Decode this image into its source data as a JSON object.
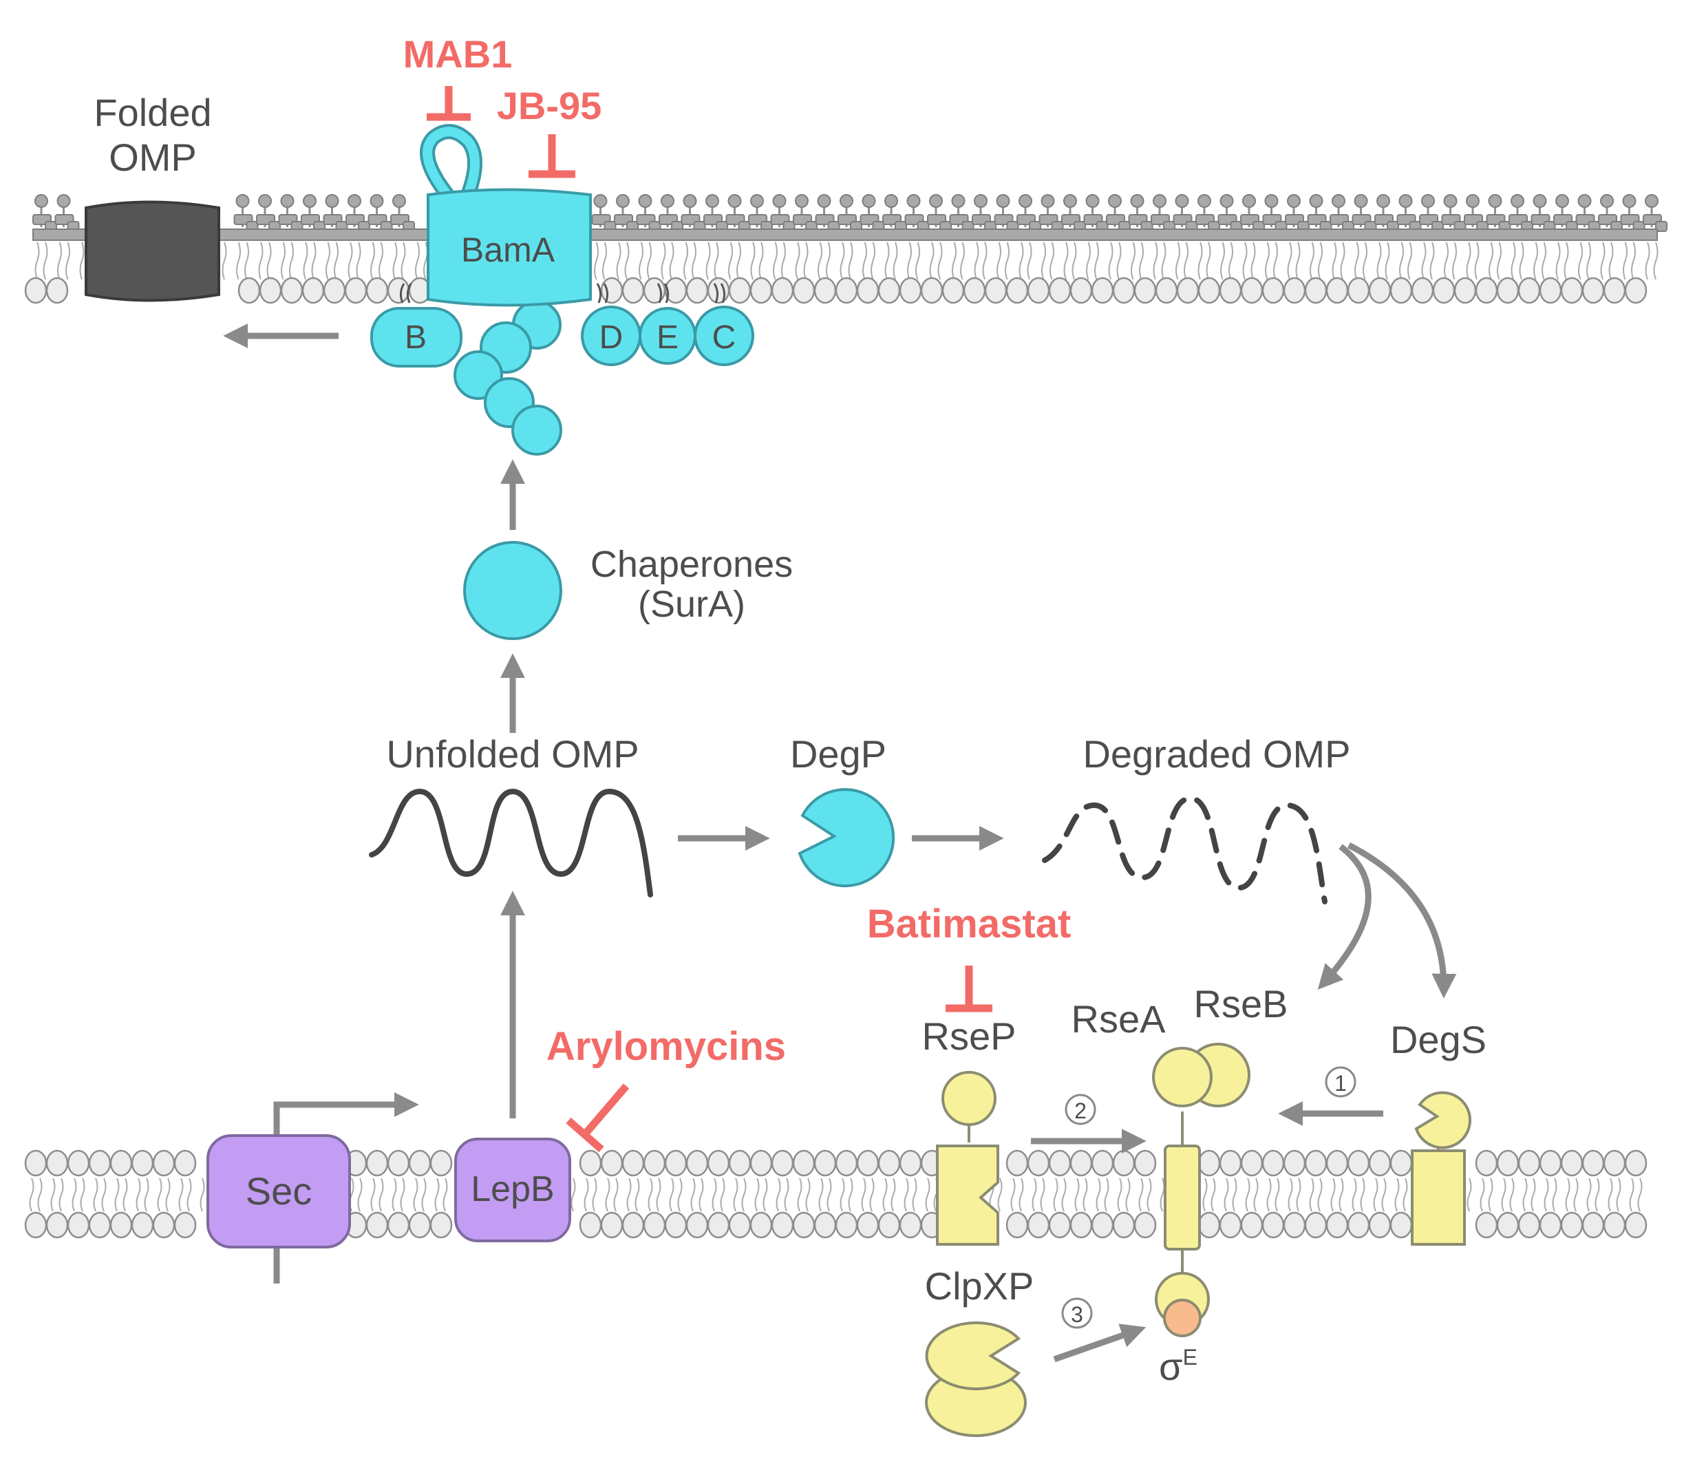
{
  "colors": {
    "inhibitor": "#f26b67",
    "bam": "#5ee3ee",
    "sigma_pathway": "#f7f19b",
    "sec_lepb": "#c39cf4",
    "folded_omp": "#555555",
    "arrow": "#8a8a8a",
    "sigma_core": "#f7bb8d",
    "membrane_head": "#ececec",
    "lps": "#a9a9a9"
  },
  "labels": {
    "folded_omp_line1": "Folded",
    "folded_omp_line2": "OMP",
    "bama": "BamA",
    "bamb": "B",
    "bamd": "D",
    "bame": "E",
    "bamc": "C",
    "chaperones_line1": "Chaperones",
    "chaperones_line2": "(SurA)",
    "unfolded_omp": "Unfolded OMP",
    "degp": "DegP",
    "degraded_omp": "Degraded OMP",
    "rsep": "RseP",
    "rsea": "RseA",
    "rseb": "RseB",
    "degs": "DegS",
    "clpxp": "ClpXP",
    "sec": "Sec",
    "lepb": "LepB",
    "sigma": "σ",
    "sigma_sup": "E",
    "step1": "1",
    "step2": "2",
    "step3": "3"
  },
  "inhibitors": {
    "mab1": "MAB1",
    "jb95": "JB-95",
    "batimastat": "Batimastat",
    "arylomycins": "Arylomycins"
  }
}
